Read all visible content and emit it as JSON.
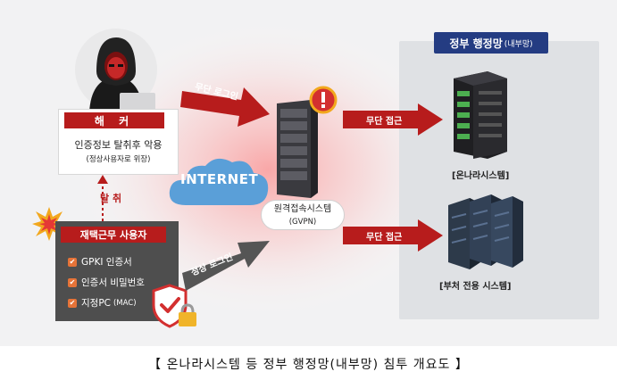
{
  "gov_network": {
    "title": "정부 행정망",
    "title_sub": "(내부망)"
  },
  "hacker": {
    "label": "해 커",
    "line1": "인증정보 탈취후 악용",
    "line2": "(정상사용자로 위장)"
  },
  "steal": {
    "label": "탈 취"
  },
  "user": {
    "label": "재택근무 사용자",
    "credentials": [
      {
        "text": "GPKI 인증서",
        "note": ""
      },
      {
        "text": "인증서 비밀번호",
        "note": ""
      },
      {
        "text": "지정PC",
        "note": "(MAC)"
      }
    ]
  },
  "internet": {
    "label": "INTERNET"
  },
  "gvpn": {
    "name": "원격접속시스템",
    "sub": "(GVPN)"
  },
  "arrows": {
    "unauthorized_login": "무단 로그인",
    "normal_login": "정상 로그인",
    "unauthorized_access_1": "무단 접근",
    "unauthorized_access_2": "무단 접근"
  },
  "systems": {
    "onnara": "[온나라시스템]",
    "ministry": "[부처 전용 시스템]"
  },
  "caption": "【 온나라시스템 등 정부 행정망(내부망) 침투 개요도 】",
  "colors": {
    "alert_red": "#b71c1c",
    "navy": "#243c82",
    "panel_gray": "#dfe1e4",
    "user_box": "#4e4e4e"
  }
}
